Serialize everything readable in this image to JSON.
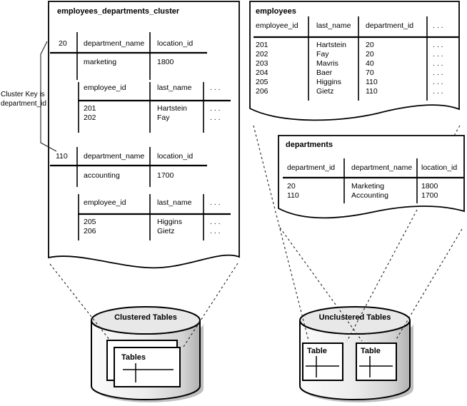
{
  "figure": {
    "cluster_box": {
      "title": "employees_departments_cluster",
      "cluster_key_note": {
        "line1": "Cluster Key is",
        "line2": "department_id"
      },
      "sections": [
        {
          "cluster_key": "20",
          "dept_headers": [
            "department_name",
            "location_id"
          ],
          "dept_row": [
            "marketing",
            "1800"
          ],
          "emp_headers": [
            "employee_id",
            "last_name",
            ". . ."
          ],
          "emp_rows": [
            [
              "201",
              "Hartstein",
              ". . ."
            ],
            [
              "202",
              "Fay",
              ". . ."
            ]
          ]
        },
        {
          "cluster_key": "110",
          "dept_headers": [
            "department_name",
            "location_id"
          ],
          "dept_row": [
            "accounting",
            "1700"
          ],
          "emp_headers": [
            "employee_id",
            "last_name",
            ". . ."
          ],
          "emp_rows": [
            [
              "205",
              "Higgins",
              ". . ."
            ],
            [
              "206",
              "Gietz",
              ". . ."
            ]
          ]
        }
      ]
    },
    "employees_table": {
      "title": "employees",
      "headers": [
        "employee_id",
        "last_name",
        "department_id",
        ". . ."
      ],
      "rows": [
        [
          "201",
          "Hartstein",
          "20",
          ". . ."
        ],
        [
          "202",
          "Fay",
          "20",
          ". . ."
        ],
        [
          "203",
          "Mavris",
          "40",
          ". . ."
        ],
        [
          "204",
          "Baer",
          "70",
          ". . ."
        ],
        [
          "205",
          "Higgins",
          "110",
          ". . ."
        ],
        [
          "206",
          "Gietz",
          "110",
          ". . ."
        ]
      ]
    },
    "departments_table": {
      "title": "departments",
      "headers": [
        "department_id",
        "department_name",
        "location_id"
      ],
      "rows": [
        [
          "20",
          "Marketing",
          "1800"
        ],
        [
          "110",
          "Accounting",
          "1700"
        ]
      ]
    },
    "storage": {
      "clustered": {
        "label": "Clustered Tables",
        "icon_label": "Tables"
      },
      "unclustered": {
        "label": "Unclustered Tables",
        "icon_labels": [
          "Table",
          "Table"
        ]
      }
    },
    "colors": {
      "line": "#000000",
      "background": "#ffffff",
      "cylinder_top": "#e8e8e8",
      "cylinder_body_light": "#fafafa",
      "cylinder_body_dark": "#b0b0b0",
      "shadow": "#c0c0c0"
    }
  }
}
